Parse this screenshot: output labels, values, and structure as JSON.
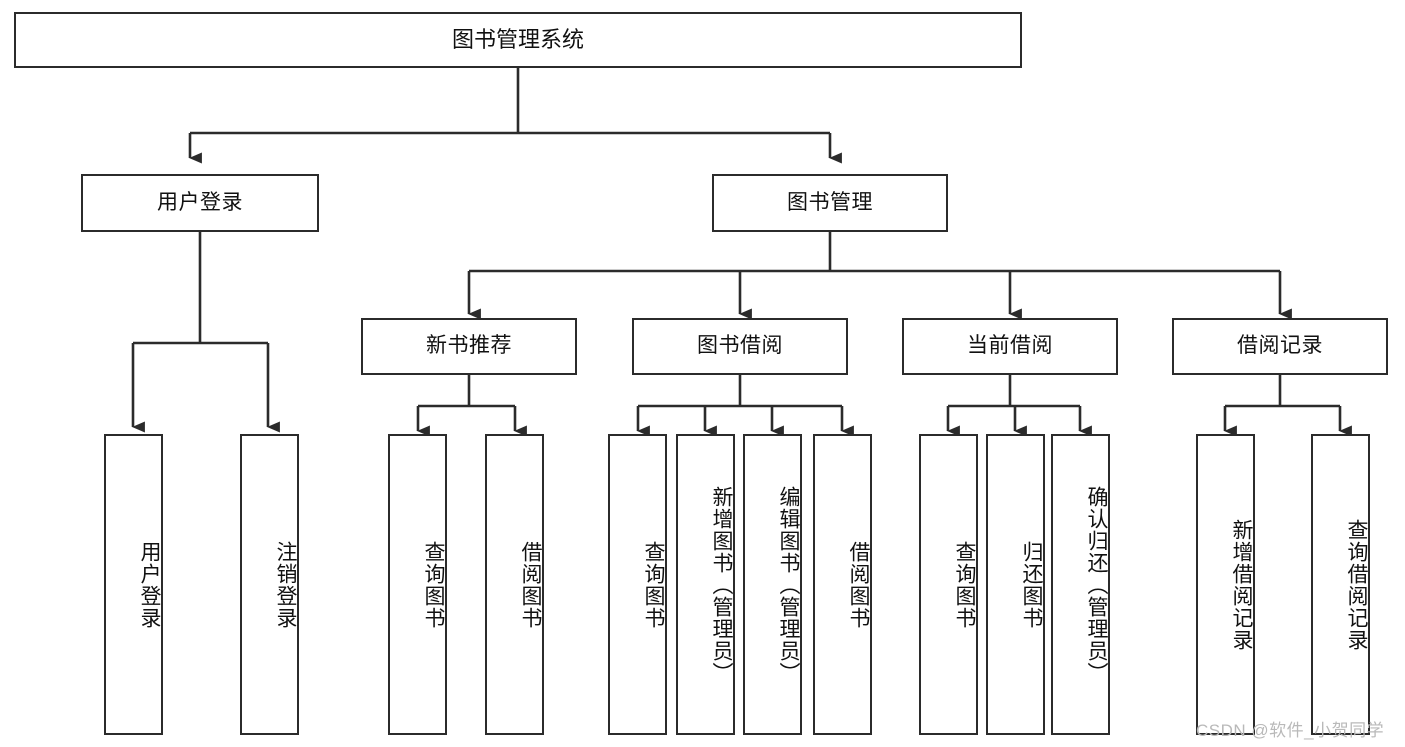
{
  "diagram": {
    "title": "图书管理系统",
    "type": "hierarchy-tree",
    "colors": {
      "box_border": "#2b2b2b",
      "box_fill": "#ffffff",
      "connector": "#2b2b2b",
      "text": "#111111",
      "watermark": "#b9b9b9",
      "background": "#ffffff"
    },
    "root": {
      "label": "图书管理系统"
    },
    "level2": [
      {
        "id": "user-login",
        "label": "用户登录"
      },
      {
        "id": "book-management",
        "label": "图书管理"
      }
    ],
    "level3": [
      {
        "id": "new-book-recommend",
        "label": "新书推荐"
      },
      {
        "id": "book-borrow",
        "label": "图书借阅"
      },
      {
        "id": "current-borrow",
        "label": "当前借阅"
      },
      {
        "id": "borrow-record",
        "label": "借阅记录"
      }
    ],
    "leaves": {
      "user_login": [
        {
          "id": "leaf-user-login",
          "label": "用户登录"
        },
        {
          "id": "leaf-logout-login",
          "label": "注销登录"
        }
      ],
      "new_book_recommend": [
        {
          "id": "leaf-query-book-1",
          "label": "查询图书"
        },
        {
          "id": "leaf-borrow-book-1",
          "label": "借阅图书"
        }
      ],
      "book_borrow": [
        {
          "id": "leaf-query-book-2",
          "label": "查询图书"
        },
        {
          "id": "leaf-add-book",
          "label": "新增图书（管理员）"
        },
        {
          "id": "leaf-edit-book",
          "label": "编辑图书（管理员）"
        },
        {
          "id": "leaf-borrow-book-2",
          "label": "借阅图书"
        }
      ],
      "current_borrow": [
        {
          "id": "leaf-query-book-3",
          "label": "查询图书"
        },
        {
          "id": "leaf-return-book",
          "label": "归还图书"
        },
        {
          "id": "leaf-confirm-return",
          "label": "确认归还（管理员）"
        }
      ],
      "borrow_record": [
        {
          "id": "leaf-add-record",
          "label": "新增借阅记录"
        },
        {
          "id": "leaf-query-record",
          "label": "查询借阅记录"
        }
      ]
    }
  },
  "watermark": {
    "text": "CSDN @软件_小贺同学"
  }
}
